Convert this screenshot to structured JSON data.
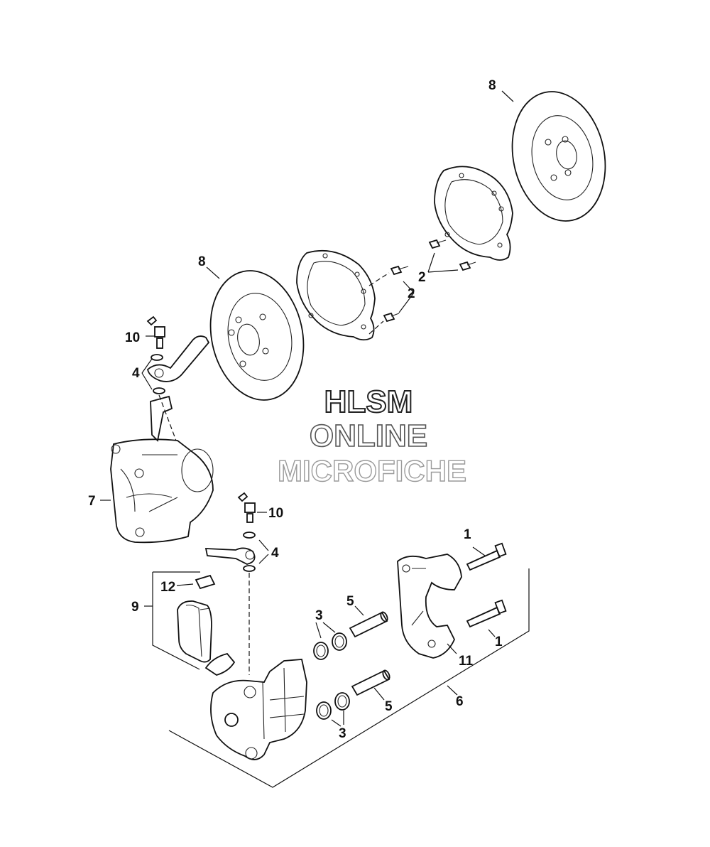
{
  "watermark": {
    "line1": "HLSM",
    "line2": "ONLINE",
    "line3": "MICROFICHE"
  },
  "callouts": {
    "c1a": "1",
    "c1b": "1",
    "c2a": "2",
    "c2b": "2",
    "c3a": "3",
    "c3b": "3",
    "c4a": "4",
    "c4b": "4",
    "c5a": "5",
    "c5b": "5",
    "c6": "6",
    "c7": "7",
    "c8a": "8",
    "c8b": "8",
    "c9": "9",
    "c10a": "10",
    "c10b": "10",
    "c11": "11",
    "c12": "12"
  },
  "colors": {
    "line": "#111111",
    "background": "#ffffff",
    "watermark_outline": "#333333"
  }
}
